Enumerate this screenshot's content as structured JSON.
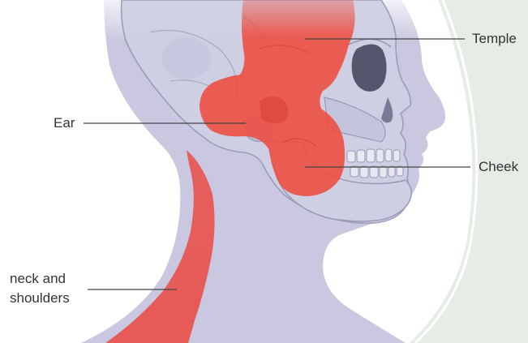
{
  "labels": {
    "temple": "Temple",
    "ear": "Ear",
    "cheek": "Cheek",
    "neck_line1": "neck and",
    "neck_line2": "shoulders"
  },
  "colors": {
    "background": "#ffffff",
    "arc_band": "#e6ece6",
    "head_silhouette": "#c9c8e0",
    "skull": "#d0d0e4",
    "skull_outline": "#9a9ab8",
    "pain_area": "#ee4d3f",
    "neck_pain": "#e85450",
    "leader_line": "#444444",
    "label_text": "#333333"
  }
}
